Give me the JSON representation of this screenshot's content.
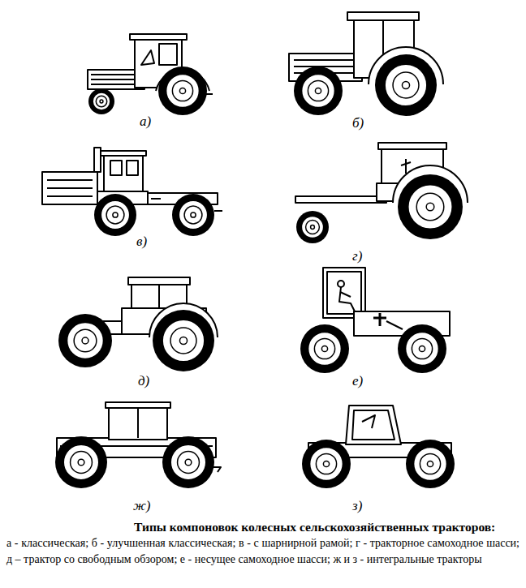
{
  "diagram": {
    "title": "Типы компоновок колесных сельскохозяйственных тракторов:",
    "caption": "а - классическая; б - улучшенная классическая; в - с шарнирной рамой; г - тракторное самоходное шасси; д – трактор со свободным обзором; е - несущее самоходное шасси; ж и з - интегральные тракторы",
    "labels": [
      "а)",
      "б)",
      "в)",
      "г)",
      "д)",
      "е)",
      "ж)",
      "з)"
    ]
  }
}
